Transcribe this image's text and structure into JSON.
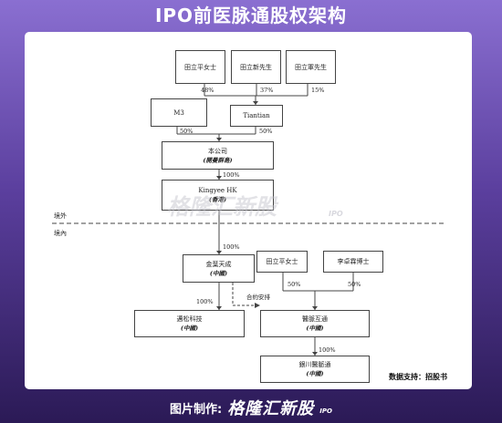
{
  "header": {
    "title": "IPO前医脉通股权架构"
  },
  "diagram": {
    "entities": {
      "tian_li_ping": "田立平女士",
      "tian_li_xin": "田立新先生",
      "tian_li_jun": "田立軍先生",
      "m3": "M3",
      "tiantian": "Tiantian",
      "company": "本公司",
      "company_sub": "(開曼群島)",
      "kingyee_hk": "Kingyee HK",
      "kingyee_hk_sub": "(香港)",
      "jinye_tiancheng": "金葉天成",
      "jinye_tiancheng_sub": "(中國)",
      "tian_li_ping_2": "田立平女士",
      "li_zhuoxia": "李卓霖博士",
      "maidi_tech": "邁松科技",
      "maidi_tech_sub": "(中國)",
      "yimaitong": "醫脈互通",
      "yimaitong_sub": "(中國)",
      "yinchuan": "銀川醫脈通",
      "yinchuan_sub": "(中國)"
    },
    "shares": {
      "tian_li_ping": "48%",
      "tian_li_xin": "37%",
      "tian_li_jun": "15%",
      "m3": "50%",
      "tiantian": "50%",
      "company_to_hk": "100%",
      "hk_to_jinye": "100%",
      "jinye_to_maidi": "100%",
      "tlp2_to_yimai": "50%",
      "lzx_to_yimai": "50%",
      "yimai_to_yinchuan": "100%"
    },
    "contract_label": "合約安排",
    "region_offshore": "境外",
    "region_onshore": "境內"
  },
  "watermark": {
    "brand": "格隆汇新股",
    "sub": "IPO"
  },
  "source": {
    "text": "数据支持：招股书"
  },
  "footer": {
    "label": "图片制作:",
    "brand": "格隆汇新股",
    "brand_sub": "IPO"
  }
}
